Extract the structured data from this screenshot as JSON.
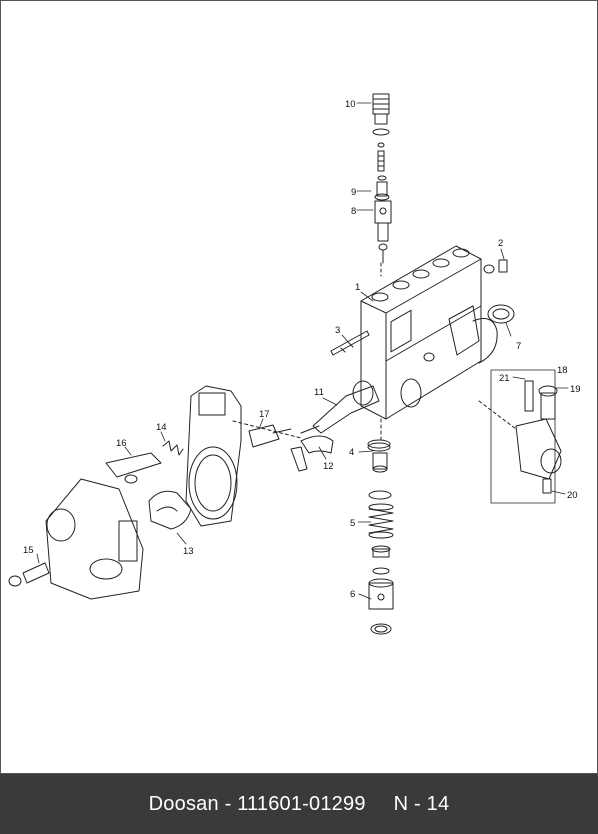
{
  "diagram": {
    "callouts": [
      "1",
      "2",
      "3",
      "4",
      "5",
      "6",
      "7",
      "8",
      "9",
      "10",
      "11",
      "12",
      "13",
      "14",
      "15",
      "16",
      "17",
      "18",
      "19",
      "20",
      "21"
    ]
  },
  "footer": {
    "brand": "Doosan",
    "separator": "-",
    "part_number": "111601-01299",
    "page": "N - 14"
  },
  "colors": {
    "line": "#222222",
    "footer_bg": "#3a3a3a",
    "footer_text": "#ffffff"
  }
}
